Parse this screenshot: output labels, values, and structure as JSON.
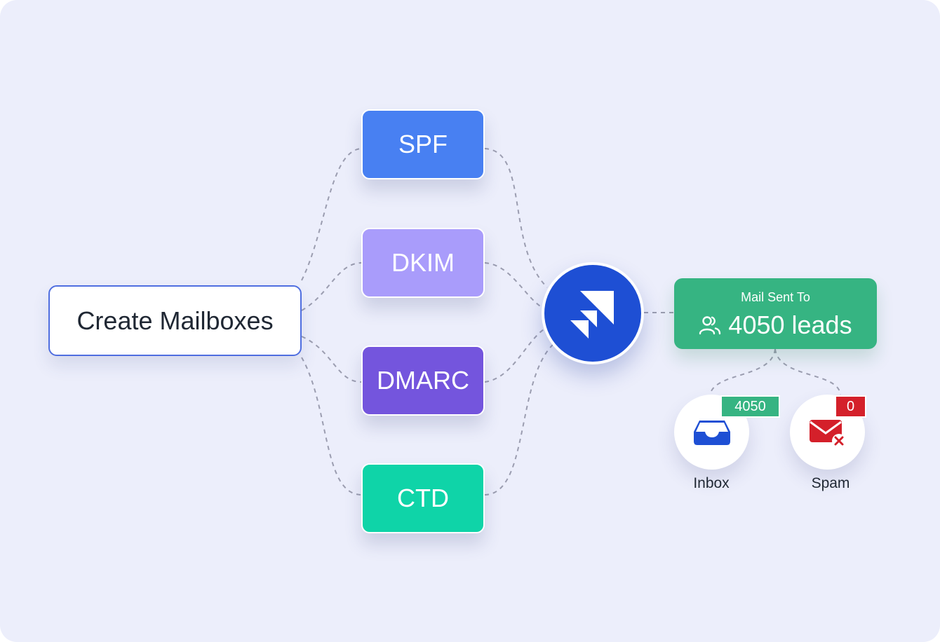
{
  "colors": {
    "background": "#eceefb",
    "create_border": "#4f6ee0",
    "spf": "#4880f2",
    "dkim": "#a99cfb",
    "dmarc": "#7455dd",
    "ctd": "#0fd4a8",
    "hub": "#1e4fd4",
    "sent": "#36b482",
    "spam": "#d4202a",
    "connector": "#9b9db0"
  },
  "source": {
    "label": "Create Mailboxes"
  },
  "records": [
    {
      "label": "SPF"
    },
    {
      "label": "DKIM"
    },
    {
      "label": "DMARC"
    },
    {
      "label": "CTD"
    }
  ],
  "hub": {
    "icon": "brand-logo-icon"
  },
  "sent": {
    "title": "Mail Sent To",
    "count_text": "4050 leads",
    "icon": "users-icon"
  },
  "inbox": {
    "label": "Inbox",
    "count": "4050",
    "icon": "inbox-tray-icon"
  },
  "spam": {
    "label": "Spam",
    "count": "0",
    "icon": "envelope-x-icon"
  }
}
